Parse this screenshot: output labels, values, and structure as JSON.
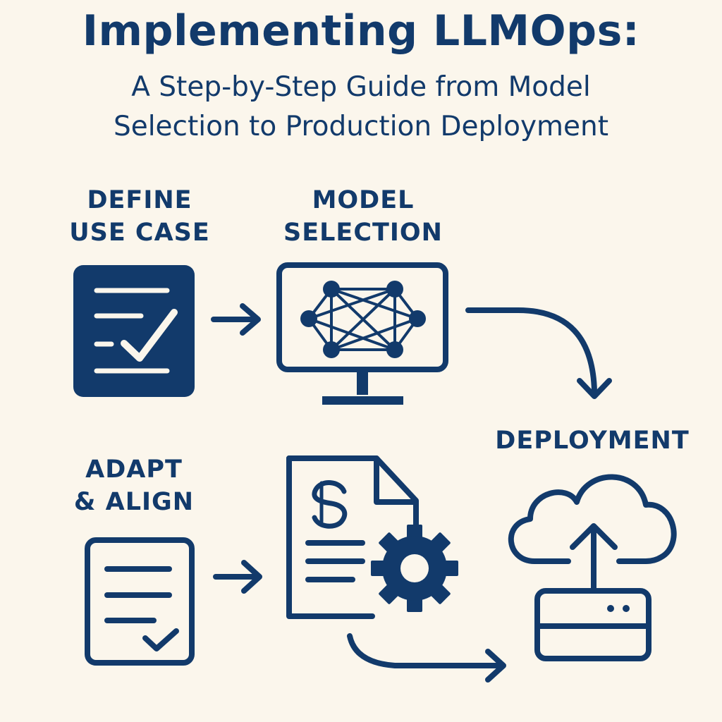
{
  "title": "Implementing LLMOps:",
  "subtitle": {
    "line1": "A Step-by-Step Guide from Model",
    "line2": "Selection to Production Deployment"
  },
  "steps": {
    "define": {
      "line1": "DEFINE",
      "line2": "USE CASE",
      "icon": "checklist-icon"
    },
    "model": {
      "line1": "MODEL",
      "line2": "SELECTION",
      "icon": "neural-network-monitor-icon"
    },
    "deployment": {
      "line1": "DEPLOYMENT",
      "icon": "cloud-upload-server-icon"
    },
    "adapt": {
      "line1": "ADAPT",
      "line2": "& ALIGN",
      "icon": "document-check-icon"
    },
    "cost": {
      "icon": "cost-document-gear-icon"
    }
  },
  "colors": {
    "background": "#fbf6ec",
    "primary": "#123a6b"
  }
}
